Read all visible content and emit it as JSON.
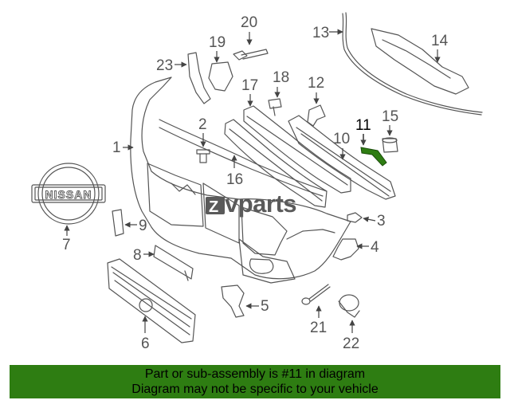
{
  "watermark": {
    "mark": "Z",
    "text": "vparts"
  },
  "emblem_text": "NISSAN",
  "callouts": {
    "c1": "1",
    "c2": "2",
    "c3": "3",
    "c4": "4",
    "c5": "5",
    "c6": "6",
    "c7": "7",
    "c8": "8",
    "c9": "9",
    "c10": "10",
    "c11": "11",
    "c12": "12",
    "c13": "13",
    "c14": "14",
    "c15": "15",
    "c16": "16",
    "c17": "17",
    "c18": "18",
    "c19": "19",
    "c20": "20",
    "c21": "21",
    "c22": "22",
    "c23": "23"
  },
  "highlighted_part": "11",
  "colors": {
    "highlight": "#2e7d12",
    "banner": "#2e7d12",
    "line_art": "#555555"
  },
  "banner": {
    "line1": "Part or sub-assembly is #11 in diagram",
    "line2": "Diagram may not be specific to your vehicle"
  }
}
